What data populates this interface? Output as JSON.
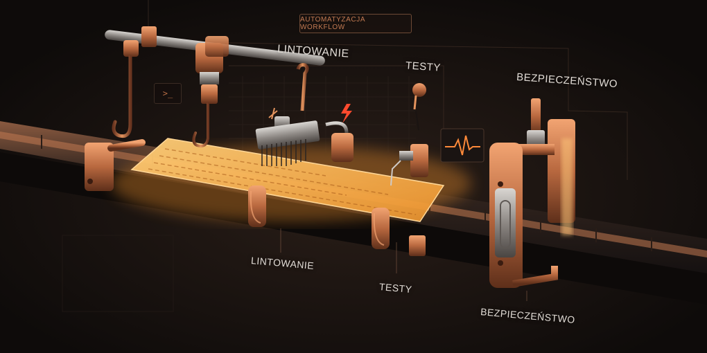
{
  "header": {
    "badge": "AUTOMATYZACJA WORKFLOW"
  },
  "terminal": {
    "prompt": ">_"
  },
  "stations_top": {
    "lint": "LINTOWANIE",
    "tests": "TESTY",
    "security": "BEZPIECZEŃSTWO"
  },
  "stations_bottom": {
    "lint": "LINTOWANIE",
    "tests": "TESTY",
    "security": "BEZPIECZEŃSTWO"
  },
  "icons": [
    "terminal-icon",
    "lightning-icon",
    "heartbeat-monitor-icon"
  ],
  "colors": {
    "background": "#120e0c",
    "copper": "#b8683f",
    "copper_light": "#e4945e",
    "glow": "#ffb04a",
    "label": "#e2dcd6"
  }
}
